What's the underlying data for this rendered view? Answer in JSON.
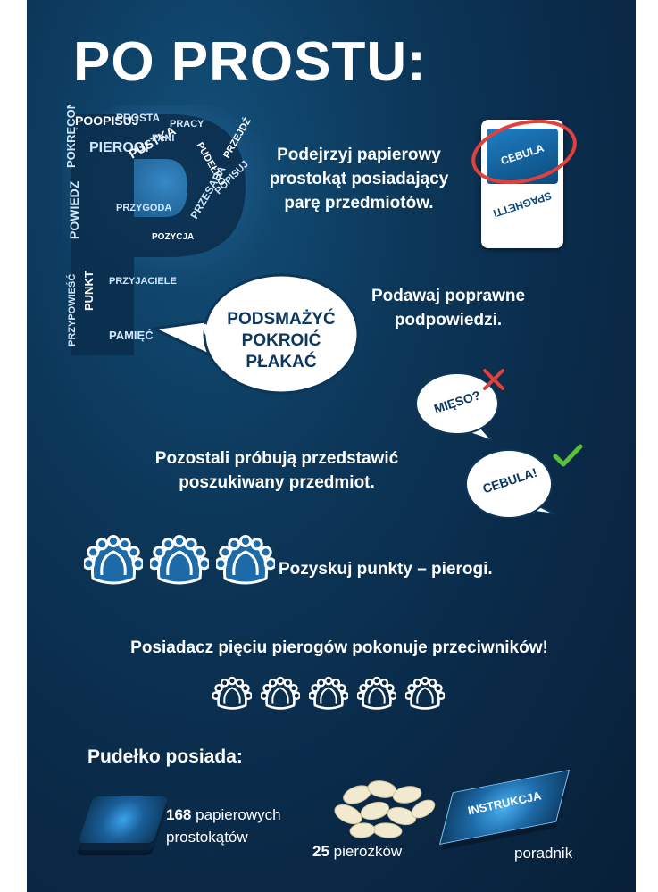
{
  "header": {
    "title": "PO PROSTU:"
  },
  "logo": {
    "letter": "P",
    "words": [
      "POOPISUJ",
      "PROSTA",
      "PRACY",
      "PUDEŁKO",
      "POKRĘCONE",
      "PIEROGI",
      "PUSTKA",
      "PANI",
      "POWIEDZ",
      "PUNKT",
      "PRZYJACIELE",
      "PAMIĘĆ",
      "POZYCJA",
      "PRZESADA",
      "POPISUJ",
      "PRZEJDŹ",
      "PRZYPOWIEŚĆ",
      "PRZYGODA"
    ]
  },
  "steps": {
    "step1_text": "Podejrzyj papierowy\nprostokąt posiadający\nparę przedmiotów.",
    "card_word_top": "CEBULA",
    "card_word_bottom": "SPAGHETTI",
    "step2_text": "Podawaj poprawne\npodpowiedzi.",
    "hint_bubble": "PODSMAŻYĆ\nPOKROIĆ\nPŁAKAĆ",
    "guess_wrong": "MIĘSO?",
    "guess_right": "CEBULA!",
    "step3_text": "Pozostali próbują przedstawić\nposzukiwany przedmiot.",
    "step4_text": "Pozyskuj punkty – pierogi.",
    "step5_text": "Posiadacz pięciu pierogów pokonuje przeciwników!"
  },
  "contents": {
    "heading": "Pudełko posiada:",
    "cards_count": "168",
    "cards_label_1": "papierowych",
    "cards_label_2": "prostokątów",
    "pierogi_count": "25",
    "pierogi_label": "pierożków",
    "manual_cover": "INSTRUKCJA",
    "manual_label": "poradnik"
  },
  "colors": {
    "background": "#0c3658",
    "accent_red": "#e0413a",
    "accent_green": "#5bbf3a",
    "bubble_text": "#0b3760"
  }
}
